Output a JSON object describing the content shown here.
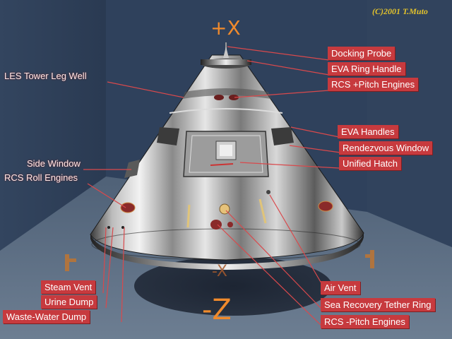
{
  "credit": "(C)2001 T.Muto",
  "axes": {
    "plus_x": "+X",
    "minus_x": "-X",
    "minus_z": "-Z"
  },
  "labels": {
    "docking_probe": "Docking Probe",
    "eva_ring_handle": "EVA Ring Handle",
    "rcs_plus_pitch": "RCS +Pitch Engines",
    "les_tower_leg_well": "LES Tower Leg Well",
    "eva_handles": "EVA Handles",
    "rendezvous_window": "Rendezvous Window",
    "unified_hatch": "Unified Hatch",
    "side_window": "Side Window",
    "rcs_roll_engines": "RCS Roll Engines",
    "steam_vent": "Steam Vent",
    "urine_dump": "Urine Dump",
    "waste_water_dump": "Waste-Water Dump",
    "air_vent": "Air Vent",
    "sea_recovery_tether_ring": "Sea Recovery Tether Ring",
    "rcs_minus_pitch": "RCS -Pitch Engines"
  },
  "colors": {
    "label_background": "#c73a3e",
    "leader_line": "#d9494c",
    "axis_text": "#f08a2c",
    "credit_text": "#e2c22c"
  }
}
